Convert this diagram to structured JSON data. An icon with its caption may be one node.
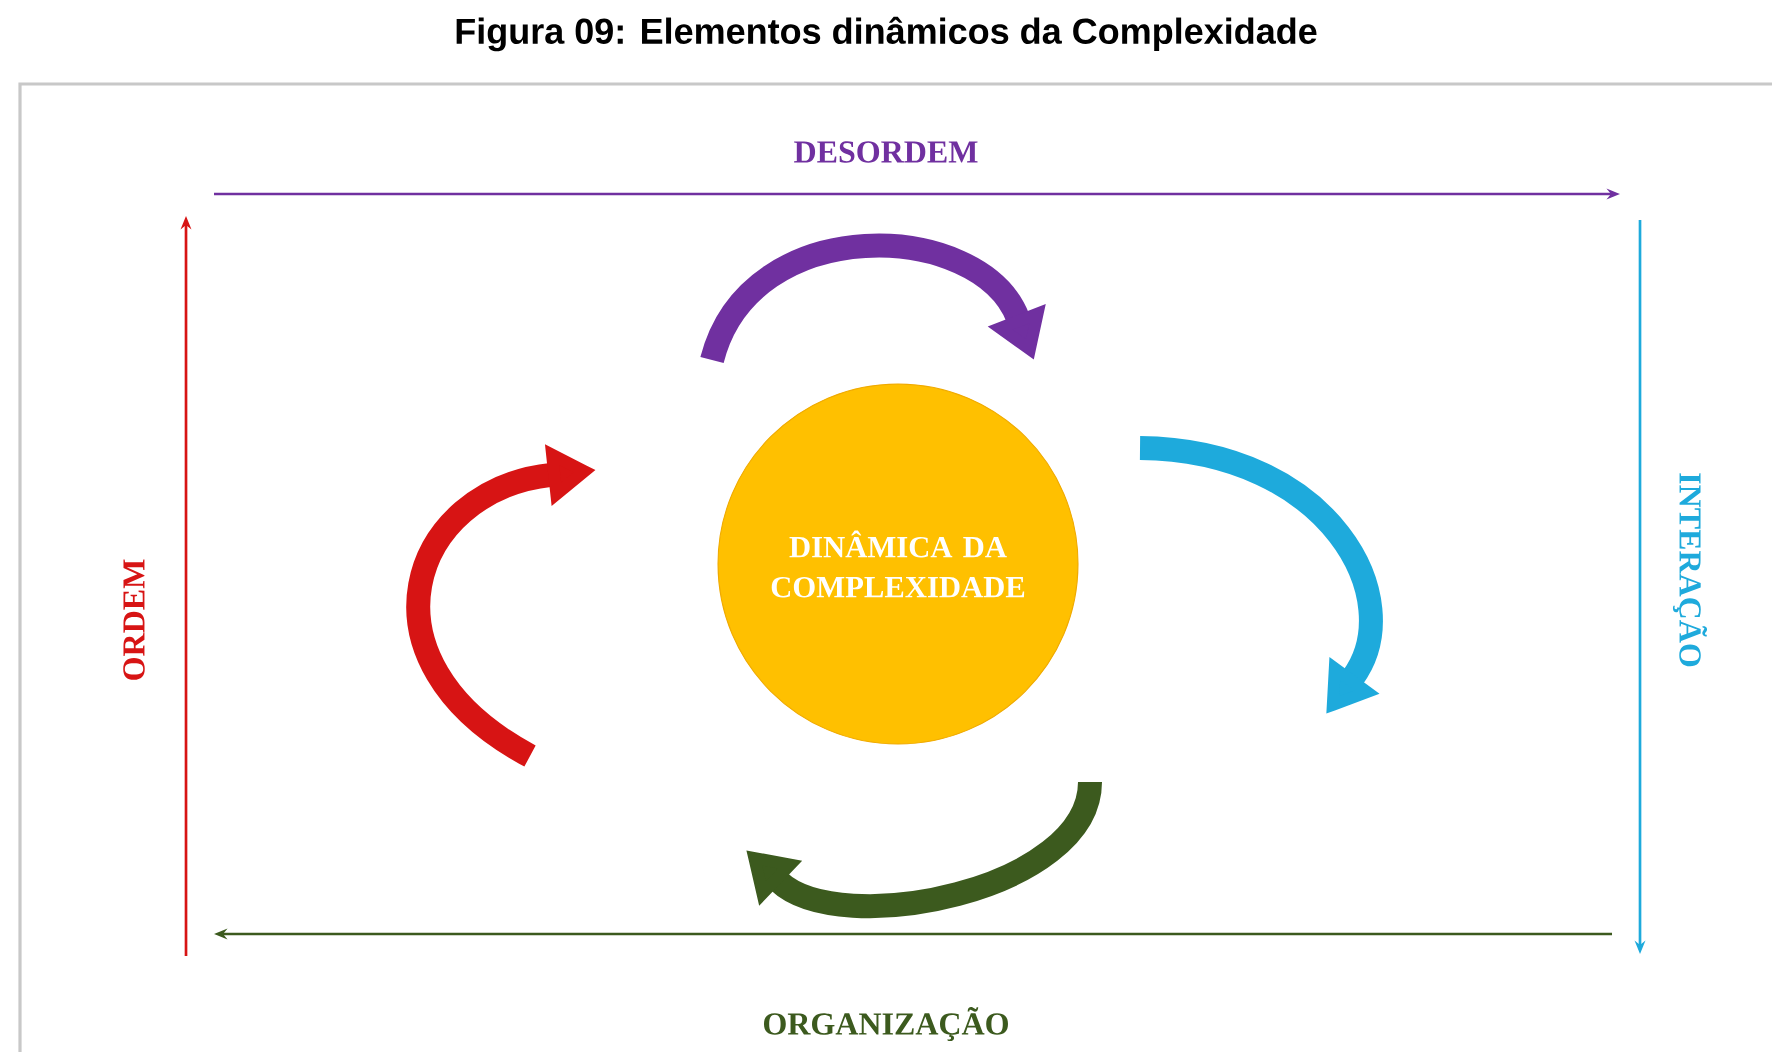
{
  "diagram": {
    "title": "Figura 09: Elementos dinâmicos da Complexidade",
    "nodes": [
      {
        "text": [
          "DINÂMICA DA COMPLEXIDADE"
        ]
      }
    ],
    "labels": [
      "DESORDEM",
      "ORDEM",
      "INTERAÇÃO",
      "ORGANIZAÇÃO"
    ]
  }
}
